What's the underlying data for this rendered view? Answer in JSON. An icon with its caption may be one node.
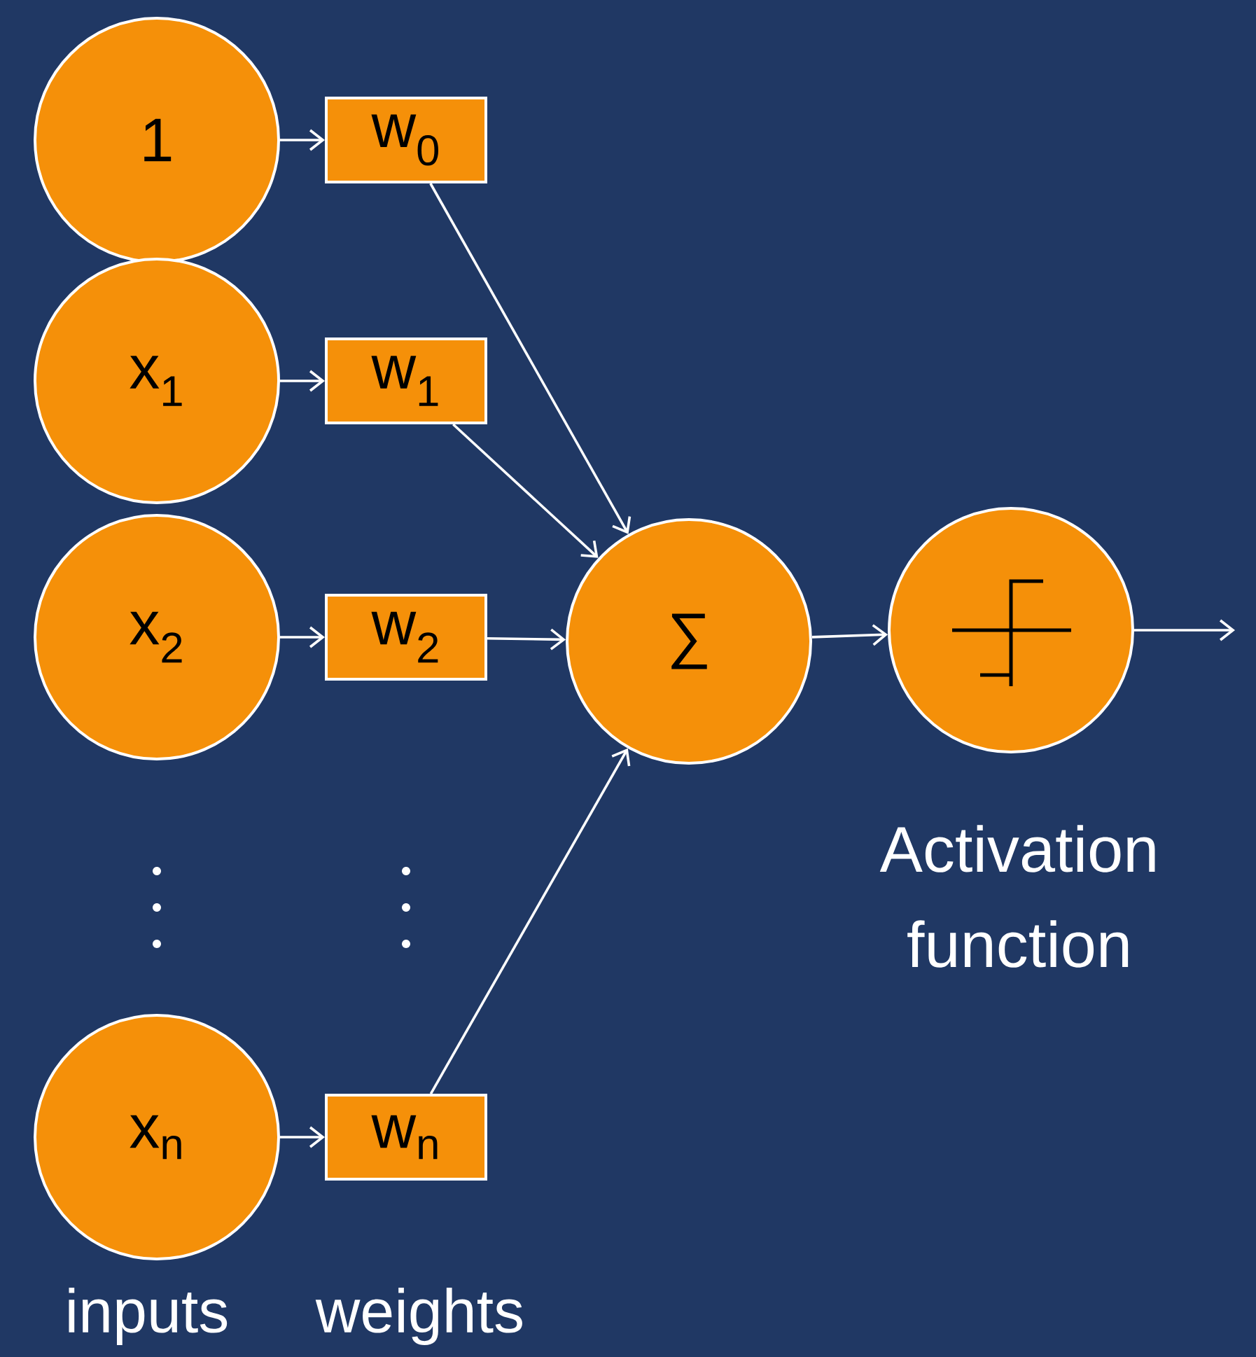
{
  "diagram": {
    "nodes": [
      {
        "text": [
          "1"
        ]
      },
      {
        "text": [
          "x$_{1}$"
        ]
      },
      {
        "text": [
          "x$_{2}$"
        ]
      },
      {
        "text": [
          "x$_{n}$"
        ]
      },
      {
        "text": [
          "w$_{0}$"
        ]
      },
      {
        "text": [
          "w$_{1}$"
        ]
      },
      {
        "text": [
          "w$_{2}$"
        ]
      },
      {
        "text": [
          "w$_{n}$"
        ]
      },
      {
        "text": [
          "∑"
        ]
      },
      {
        "text": [],
        "shape": "circle",
        "beside": [
          "Activation function"
        ]
      }
    ],
    "edges": [
      {
        "from": 0,
        "to": 4,
        "arrow": "to"
      },
      {
        "from": 1,
        "to": 5,
        "arrow": "to"
      },
      {
        "from": 2,
        "to": 6,
        "arrow": "to"
      },
      {
        "from": 3,
        "to": 7,
        "arrow": "to"
      },
      {
        "from": 4,
        "to": 8,
        "arrow": "to"
      },
      {
        "from": 5,
        "to": 8,
        "arrow": "to"
      },
      {
        "from": 6,
        "to": 8,
        "arrow": "to"
      },
      {
        "from": 7,
        "to": 8,
        "arrow": "to"
      },
      {
        "from": 8,
        "to": 9,
        "arrow": "to"
      },
      {
        "from": 9,
        "to": null,
        "arrow": "to"
      }
    ],
    "labels": [
      "inputs",
      "weights"
    ]
  }
}
